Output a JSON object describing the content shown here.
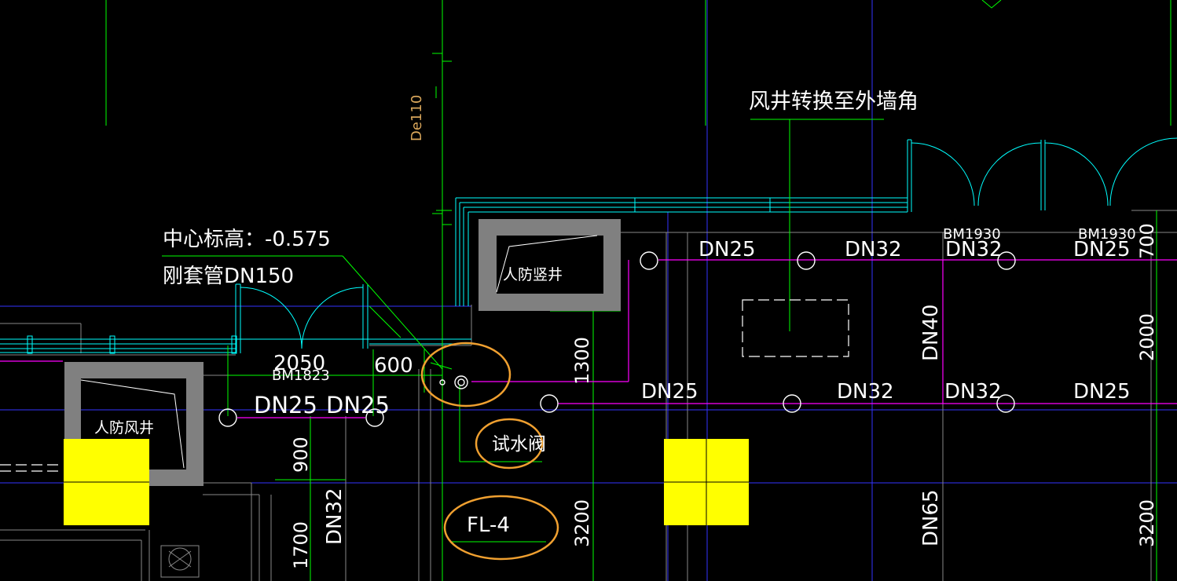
{
  "colors": {
    "background": "#000000",
    "text": "#ffffff",
    "pipe_green": "#00ff00",
    "pipe_magenta": "#ff00ff",
    "wall_cyan": "#00ffff",
    "highlight_yellow": "#ffff00",
    "annotation_orange": "#f0a030",
    "grid_blue": "#3333ff",
    "wall_gray": "#808080",
    "pipe_label_tan": "#d7a55a"
  },
  "labels": {
    "air_shaft_note": "风井转换至外墙角",
    "center_elevation": "中心标高：-0.575",
    "rigid_sleeve": "刚套管DN150",
    "vertical_shaft": "人防竖井",
    "air_shaft": "人防风井",
    "test_valve": "试水阀",
    "pipe_id": "FL-4",
    "de110": "De110",
    "door_bm1823": "BM1823",
    "door_bm1930_a": "BM1930",
    "door_bm1930_b": "BM1930"
  },
  "dimensions": {
    "d2050": "2050",
    "d600": "600",
    "d900": "900",
    "d1700": "1700",
    "d1300": "1300",
    "d3200_mid": "3200",
    "d2000": "2000",
    "d3200_right": "3200",
    "d700": "700"
  },
  "pipe_sizes": {
    "top_dn25_a": "DN25",
    "top_dn32_a": "DN32",
    "top_dn32_b": "DN32",
    "top_dn25_b": "DN25",
    "mid_dn25_a": "DN25",
    "mid_dn32_a": "DN32",
    "mid_dn32_b": "DN32",
    "mid_dn25_b": "DN25",
    "left_dn25_a": "DN25",
    "left_dn25_b": "DN25",
    "v_dn40": "DN40",
    "v_dn65": "DN65",
    "v_dn32": "DN32"
  }
}
